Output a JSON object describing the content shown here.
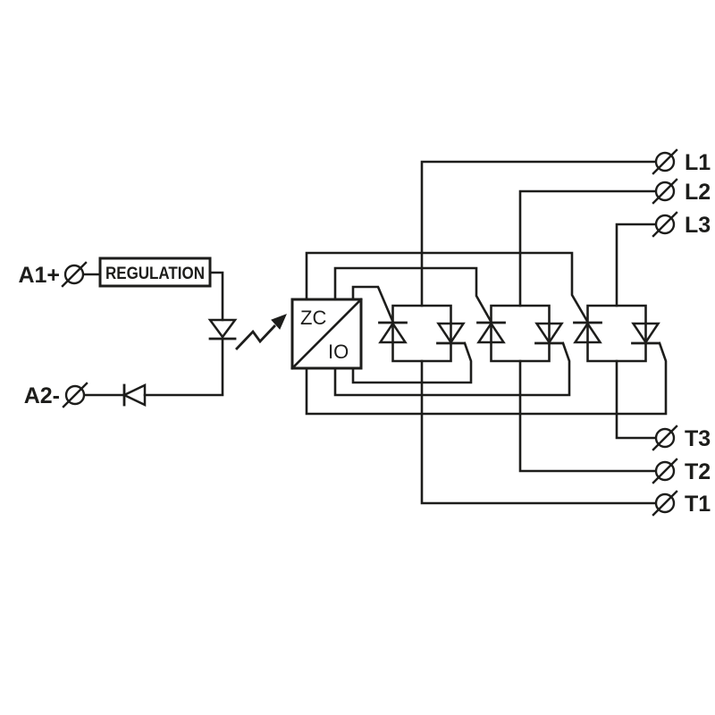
{
  "schematic": {
    "title": "solid-state-relay-internal-wiring-diagram",
    "line_color": "#1d1d1b",
    "background_color": "#ffffff",
    "control_input": {
      "a1_label": "A1+",
      "a2_label": "A2-",
      "regulation_label": "REGULATION",
      "symbols": [
        "screw-terminal",
        "led-diode",
        "series-diode",
        "light-signal-arrow"
      ]
    },
    "zero_cross_block": {
      "zc_label": "ZC",
      "io_label": "IO"
    },
    "line_terminals": [
      {
        "label": "L1"
      },
      {
        "label": "L2"
      },
      {
        "label": "L3"
      }
    ],
    "load_terminals": [
      {
        "label": "T3"
      },
      {
        "label": "T2"
      },
      {
        "label": "T1"
      }
    ],
    "modules": [
      {
        "name": "triac-module-1",
        "path": "L1-T1",
        "devices": "two-antiparallel-scrs"
      },
      {
        "name": "triac-module-2",
        "path": "L2-T2",
        "devices": "two-antiparallel-scrs"
      },
      {
        "name": "triac-module-3",
        "path": "L3-T3",
        "devices": "two-antiparallel-scrs"
      }
    ]
  }
}
